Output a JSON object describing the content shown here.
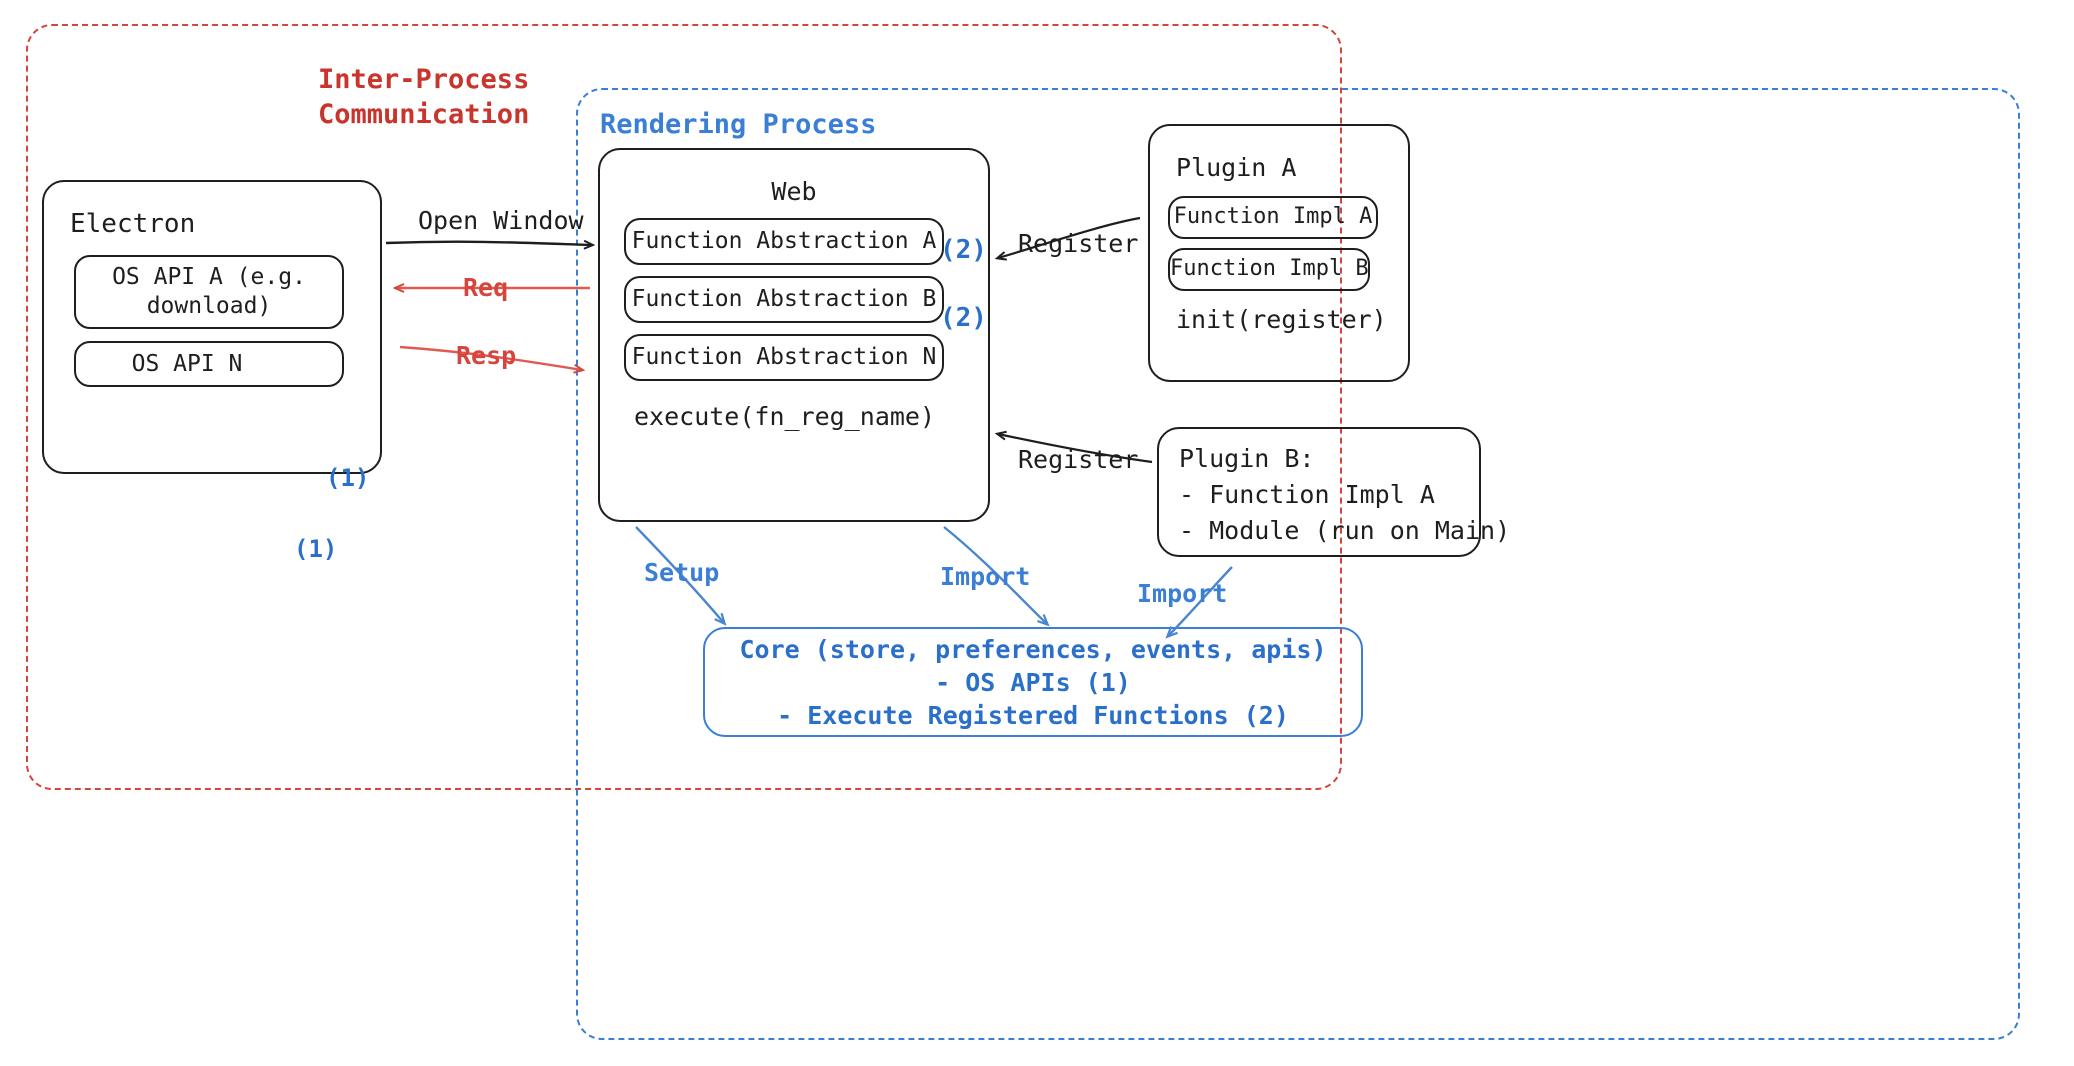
{
  "diagram": {
    "title": "Electron plugin architecture",
    "colors": {
      "ipc_red": "#c9342c",
      "process_blue": "#3a7fd5",
      "marker_blue": "#2a6fc9",
      "stroke_black": "#1e1e1e",
      "background": "#ffffff"
    }
  },
  "regions": {
    "ipc": {
      "label": "Inter-Process\nCommunication",
      "label_line1": "Inter-Process",
      "label_line2": "Communication",
      "style": "dashed",
      "color": "#c9342c"
    },
    "rendering": {
      "label": "Rendering Process",
      "style": "dashed",
      "color": "#3a7fd5"
    }
  },
  "nodes": {
    "electron": {
      "title": "Electron",
      "items": [
        {
          "label_line1": "OS API A (e.g.",
          "label_line2": "download)",
          "marker": "(1)"
        },
        {
          "label_line1": "OS API N",
          "marker": "(1)"
        }
      ]
    },
    "web": {
      "title": "Web",
      "abstractions": [
        {
          "label": "Function Abstraction A",
          "marker": "(2)"
        },
        {
          "label": "Function Abstraction B",
          "marker": "(2)"
        },
        {
          "label": "Function Abstraction N",
          "marker": ""
        }
      ],
      "footer": "execute(fn_reg_name)"
    },
    "plugin_a": {
      "title": "Plugin A",
      "items": [
        {
          "label": "Function Impl A"
        },
        {
          "label": "Function Impl B"
        }
      ],
      "footer": "init(register)"
    },
    "plugin_b": {
      "title": "Plugin B:",
      "lines": [
        "- Function Impl A",
        "- Module (run on Main)"
      ]
    },
    "core": {
      "lines": [
        "Core (store, preferences, events, apis)",
        "- OS APIs (1)",
        "- Execute Registered Functions (2)"
      ]
    }
  },
  "edges": [
    {
      "id": "open-window",
      "label": "Open Window",
      "color": "#1e1e1e",
      "from": "electron",
      "to": "web"
    },
    {
      "id": "req",
      "label": "Req",
      "color": "#c9342c",
      "from": "web",
      "to": "electron"
    },
    {
      "id": "resp",
      "label": "Resp",
      "color": "#c9342c",
      "from": "electron",
      "to": "web"
    },
    {
      "id": "register-a",
      "label": "Register",
      "color": "#1e1e1e",
      "from": "plugin_a",
      "to": "web"
    },
    {
      "id": "register-b",
      "label": "Register",
      "color": "#1e1e1e",
      "from": "plugin_b",
      "to": "web"
    },
    {
      "id": "setup",
      "label": "Setup",
      "color": "#3a7fd5",
      "from": "web",
      "to": "core"
    },
    {
      "id": "import-web",
      "label": "Import",
      "color": "#3a7fd5",
      "from": "web",
      "to": "core"
    },
    {
      "id": "import-plugin-b",
      "label": "Import",
      "color": "#3a7fd5",
      "from": "plugin_b",
      "to": "core"
    }
  ]
}
